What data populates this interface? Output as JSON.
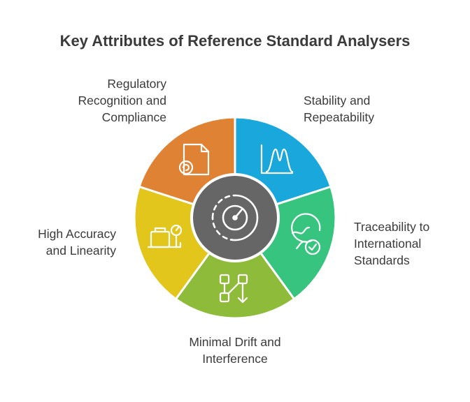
{
  "title": "Key Attributes of Reference Standard Analysers",
  "segments": [
    {
      "key": "regulatory",
      "lines": [
        "Regulatory",
        "Recognition and",
        "Compliance"
      ],
      "color": "#e08233",
      "icon": "document-seal-icon"
    },
    {
      "key": "stability",
      "lines": [
        "Stability and",
        "Repeatability"
      ],
      "color": "#1aa7dc",
      "icon": "peak-chart-icon"
    },
    {
      "key": "traceability",
      "lines": [
        "Traceability to",
        "International",
        "Standards"
      ],
      "color": "#37c47f",
      "icon": "globe-check-icon"
    },
    {
      "key": "drift",
      "lines": [
        "Minimal Drift and",
        "Interference"
      ],
      "color": "#8fbb3a",
      "icon": "flow-steps-icon"
    },
    {
      "key": "accuracy",
      "lines": [
        "High Accuracy",
        "and Linearity"
      ],
      "color": "#e2c61b",
      "icon": "scale-gauge-icon"
    }
  ],
  "center": {
    "color": "#666666",
    "icon": "precision-target-icon"
  }
}
